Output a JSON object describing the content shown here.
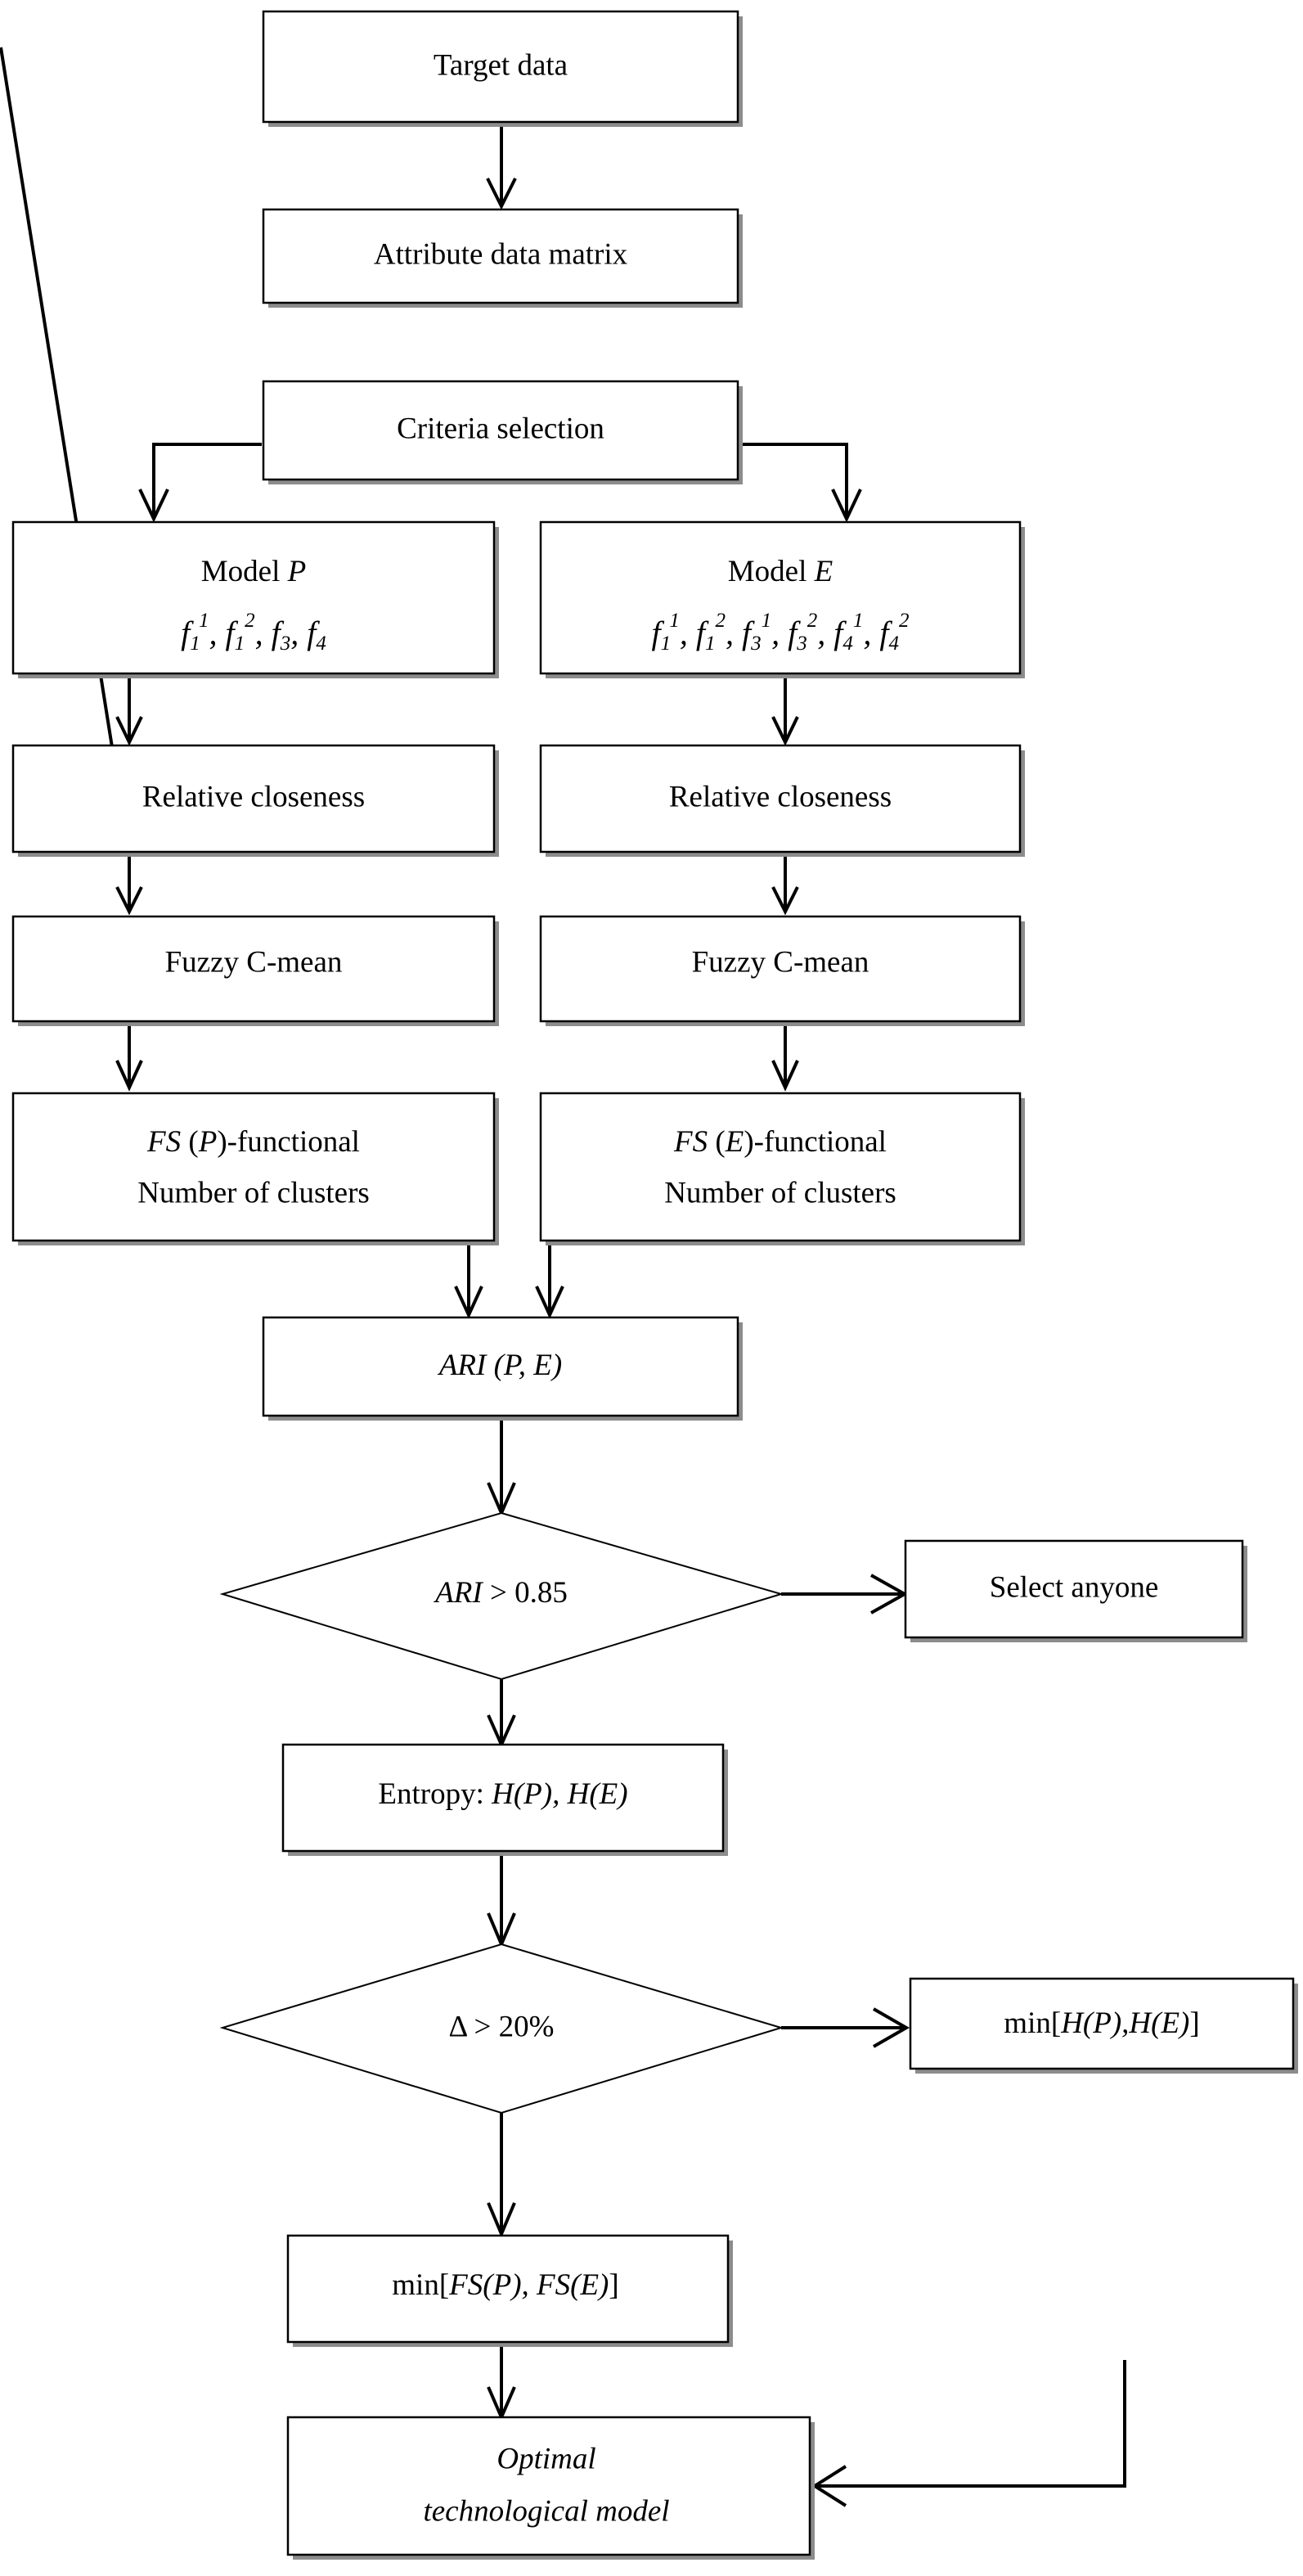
{
  "diagram": {
    "title": "Technological model selection flowchart",
    "colors": {
      "box_stroke": "#000000",
      "box_fill": "#ffffff",
      "shadow": "#8c8c8c",
      "connector": "#000000",
      "background": "#ffffff"
    },
    "nodes": {
      "target_data": {
        "label": "Target data",
        "shape": "process"
      },
      "attribute_matrix": {
        "label": "Attribute data matrix",
        "shape": "process"
      },
      "criteria_selection": {
        "label": "Criteria selection",
        "shape": "process"
      },
      "model_p": {
        "shape": "process",
        "line1": "Model ",
        "line1_var": "P",
        "criteria": [
          {
            "base": "f",
            "sub": "1",
            "sup": "1"
          },
          {
            "base": "f",
            "sub": "1",
            "sup": "2"
          },
          {
            "base": "f",
            "sub": "3",
            "sup": ""
          },
          {
            "base": "f",
            "sub": "4",
            "sup": ""
          }
        ]
      },
      "model_e": {
        "shape": "process",
        "line1": "Model ",
        "line1_var": "E",
        "criteria": [
          {
            "base": "f",
            "sub": "1",
            "sup": "1"
          },
          {
            "base": "f",
            "sub": "1",
            "sup": "2"
          },
          {
            "base": "f",
            "sub": "3",
            "sup": "1"
          },
          {
            "base": "f",
            "sub": "3",
            "sup": "2"
          },
          {
            "base": "f",
            "sub": "4",
            "sup": "1"
          },
          {
            "base": "f",
            "sub": "4",
            "sup": "2"
          }
        ]
      },
      "relative_closeness_left": {
        "label": "Relative closeness",
        "shape": "process"
      },
      "relative_closeness_right": {
        "label": "Relative closeness",
        "shape": "process"
      },
      "fuzzy_cmean_left": {
        "label": "Fuzzy C-mean",
        "shape": "process"
      },
      "fuzzy_cmean_right": {
        "label": "Fuzzy C-mean",
        "shape": "process"
      },
      "fs_p_functional": {
        "shape": "process",
        "line1_italic": "FS",
        "line1_paren_open": " (",
        "line1_var": "P",
        "line1_paren_close": ")-functional",
        "line2": "Number of clusters"
      },
      "fs_e_functional": {
        "shape": "process",
        "line1_italic": "FS",
        "line1_paren_open": " (",
        "line1_var": "E",
        "line1_paren_close": ")-functional",
        "line2": "Number of clusters"
      },
      "ari_pe": {
        "shape": "process",
        "italic_part": "ARI",
        "rest": " (P, E)"
      },
      "ari_decision": {
        "shape": "decision",
        "italic_part": "ARI",
        "rest": " > 0.85"
      },
      "select_anyone": {
        "label": "Select anyone",
        "shape": "process"
      },
      "entropy": {
        "shape": "process",
        "prefix": "Entropy: ",
        "expr": "H(P), H(E)"
      },
      "delta_decision": {
        "shape": "decision",
        "label": "Δ > 20%"
      },
      "min_h": {
        "shape": "process",
        "prefix": "min[",
        "expr": "H(P),H(E)",
        "suffix": "]"
      },
      "min_fs": {
        "shape": "process",
        "prefix": "min[",
        "expr": "FS(P), FS(E)",
        "suffix": "]"
      },
      "optimal_model": {
        "shape": "process",
        "line1": "Optimal",
        "line2": "technological model"
      }
    },
    "edges": [
      {
        "from": "target_data",
        "to": "attribute_matrix",
        "type": "straight-down"
      },
      {
        "from": "attribute_matrix",
        "to": "criteria_selection",
        "type": "straight-down"
      },
      {
        "from": "criteria_selection",
        "to": "model_p",
        "type": "left-branch"
      },
      {
        "from": "criteria_selection",
        "to": "model_e",
        "type": "right-branch"
      },
      {
        "from": "model_p",
        "to": "relative_closeness_left",
        "type": "straight-down"
      },
      {
        "from": "model_e",
        "to": "relative_closeness_right",
        "type": "straight-down"
      },
      {
        "from": "relative_closeness_left",
        "to": "fuzzy_cmean_left",
        "type": "straight-down"
      },
      {
        "from": "relative_closeness_right",
        "to": "fuzzy_cmean_right",
        "type": "straight-down"
      },
      {
        "from": "fuzzy_cmean_left",
        "to": "fs_p_functional",
        "type": "straight-down"
      },
      {
        "from": "fuzzy_cmean_right",
        "to": "fs_e_functional",
        "type": "straight-down"
      },
      {
        "from": "fs_p_functional",
        "to": "ari_pe",
        "type": "merge-down"
      },
      {
        "from": "fs_e_functional",
        "to": "ari_pe",
        "type": "merge-down"
      },
      {
        "from": "ari_pe",
        "to": "ari_decision",
        "type": "straight-down"
      },
      {
        "from": "ari_decision",
        "to": "select_anyone",
        "type": "right-yes"
      },
      {
        "from": "ari_decision",
        "to": "entropy",
        "type": "straight-down"
      },
      {
        "from": "entropy",
        "to": "delta_decision",
        "type": "straight-down"
      },
      {
        "from": "delta_decision",
        "to": "min_h",
        "type": "right-yes"
      },
      {
        "from": "delta_decision",
        "to": "min_fs",
        "type": "straight-down"
      },
      {
        "from": "min_fs",
        "to": "optimal_model",
        "type": "straight-down"
      },
      {
        "from": "min_h",
        "to": "optimal_model",
        "type": "down-then-left"
      }
    ]
  }
}
